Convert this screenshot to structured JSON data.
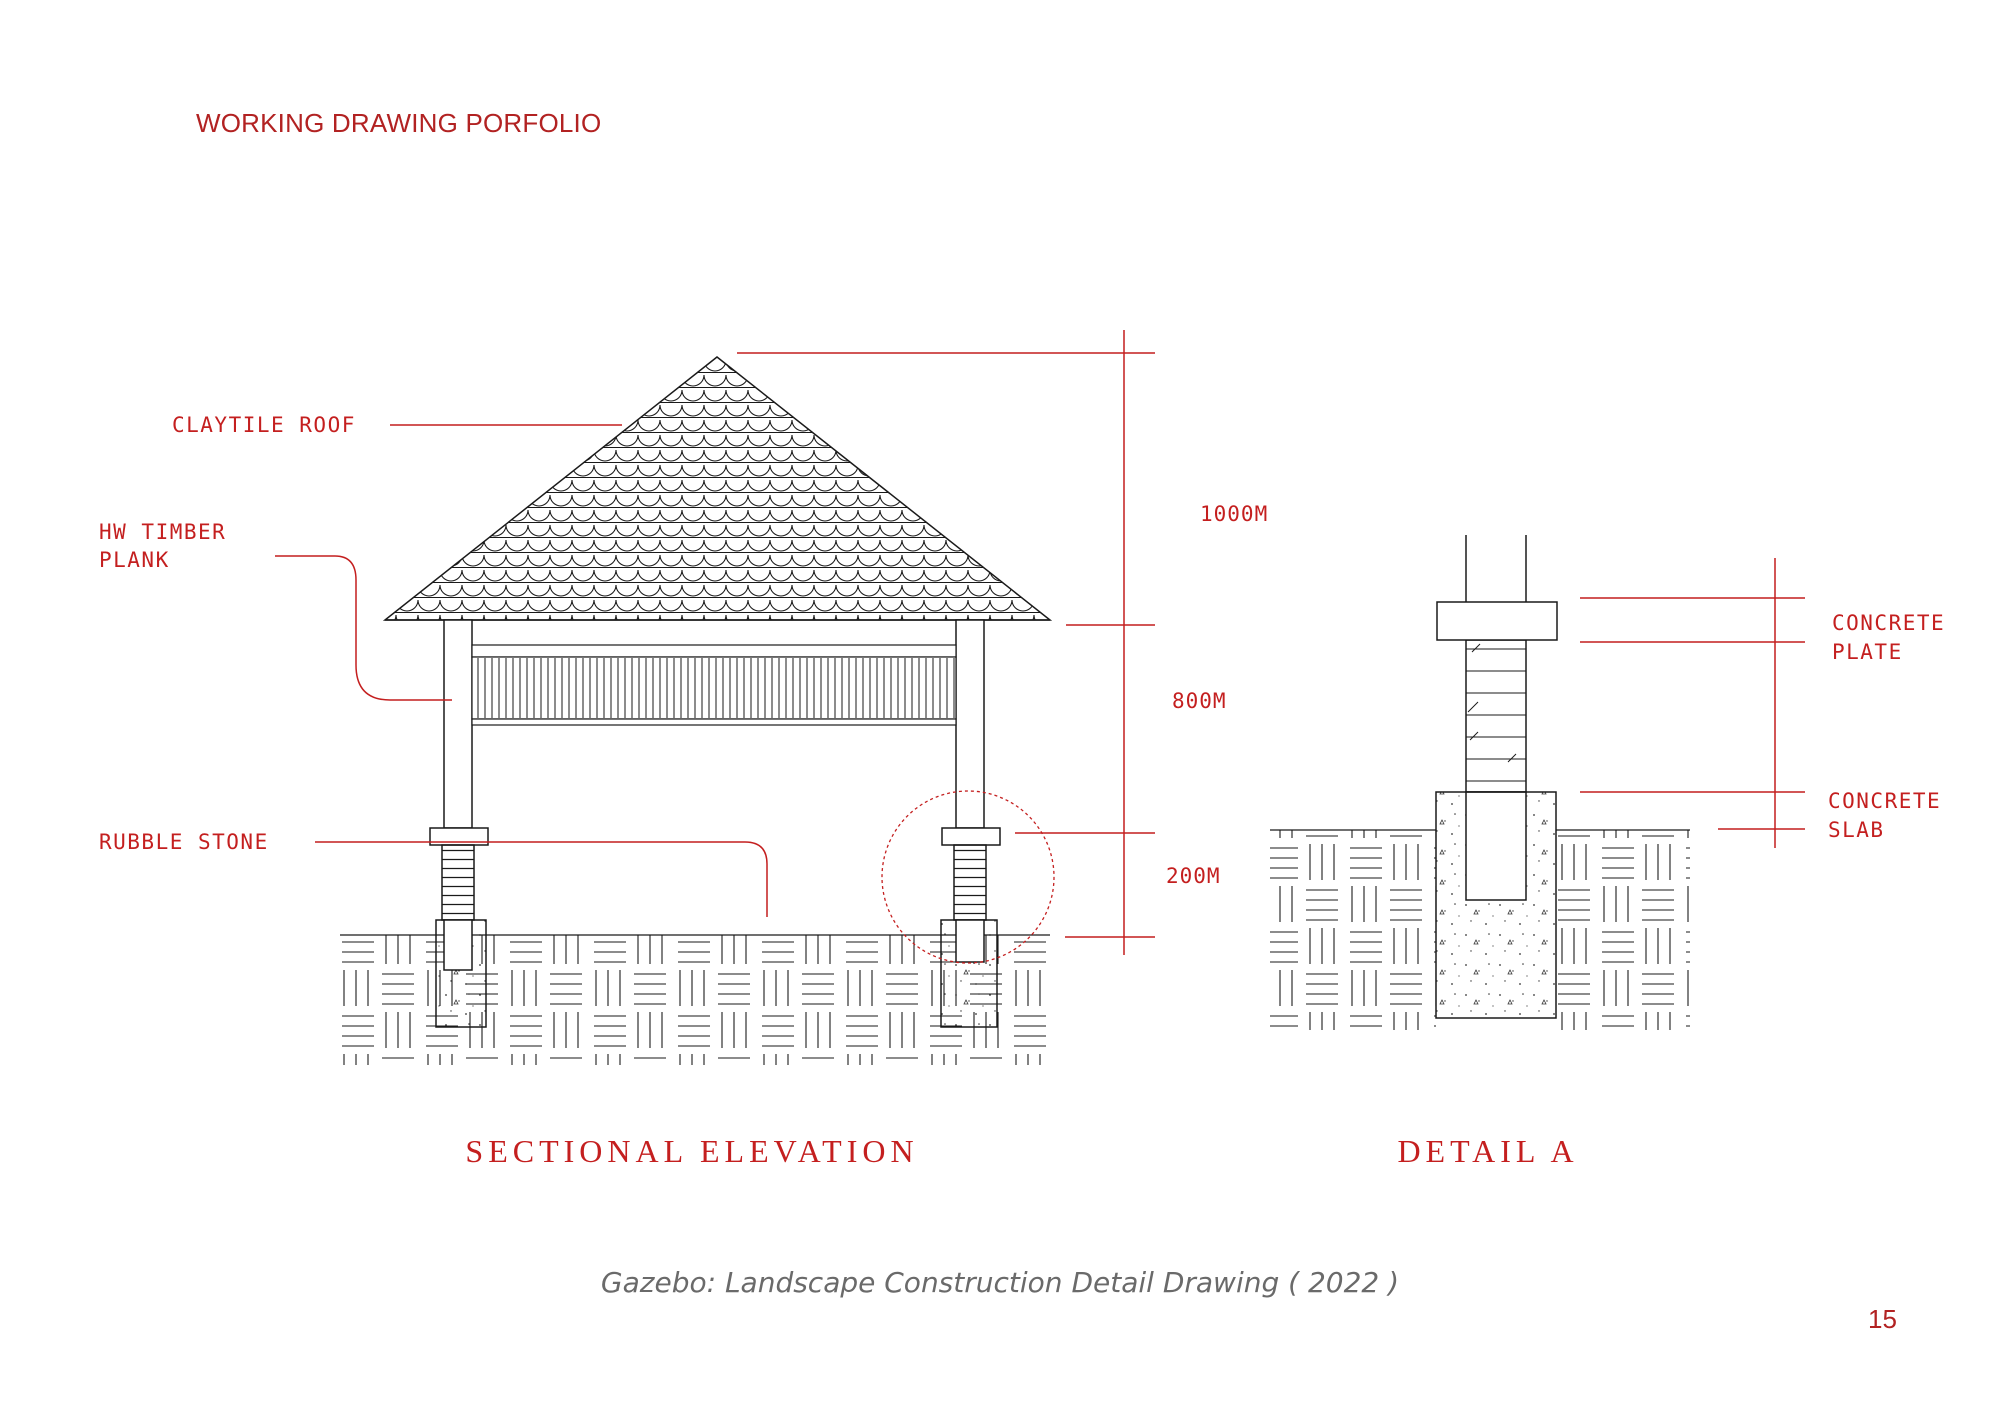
{
  "header": {
    "title": "WORKING DRAWING PORFOLIO"
  },
  "labels": {
    "claytile_roof": "CLAYTILE ROOF",
    "hw_timber_line1": "HW TIMBER",
    "hw_timber_line2": "PLANK",
    "rubble_stone": "RUBBLE STONE",
    "concrete_plate_line1": "CONCRETE",
    "concrete_plate_line2": "PLATE",
    "concrete_slab_line1": "CONCRETE",
    "concrete_slab_line2": "SLAB"
  },
  "dimensions": {
    "roof": "1000M",
    "wall": "800M",
    "base": "200M"
  },
  "titles": {
    "sectional": "SECTIONAL ELEVATION",
    "detail": "DETAIL A"
  },
  "caption": "Gazebo: Landscape Construction Detail Drawing ( 2022 )",
  "page_number": "15",
  "colors": {
    "accent": "#c41f1f",
    "line": "#1a1a1a",
    "caption": "#6a6a6a"
  }
}
